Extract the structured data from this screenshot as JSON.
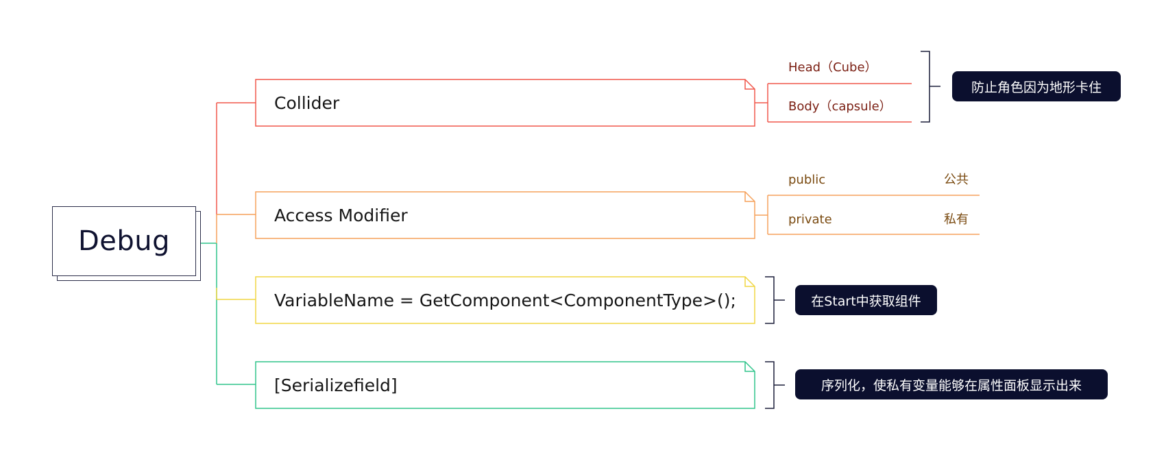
{
  "root": {
    "label": "Debug"
  },
  "branches": [
    {
      "label": "Collider",
      "color": "#f0564a",
      "children": [
        {
          "label": "Head（Cube）"
        },
        {
          "label": "Body（capsule）"
        }
      ],
      "note": "防止角色因为地形卡住"
    },
    {
      "label": "Access Modifier",
      "color": "#f5a05a",
      "children": [
        {
          "label": "public",
          "meaning": "公共"
        },
        {
          "label": "private",
          "meaning": "私有"
        }
      ]
    },
    {
      "label": "VariableName = GetComponent<ComponentType>();",
      "color": "#f0d640",
      "note": "在Start中获取组件"
    },
    {
      "label": "[Serializefield]",
      "color": "#2ec48a",
      "note": "序列化，使私有变量能够在属性面板显示出来"
    }
  ],
  "colors": {
    "root_border": "#2a2c48",
    "note_background": "#0b0f2e",
    "note_text": "#ffffff",
    "trunk": "#2ec48a"
  }
}
